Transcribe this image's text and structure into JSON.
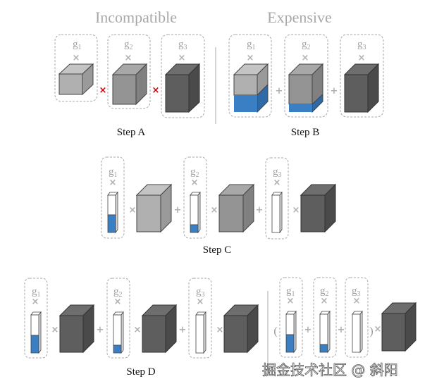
{
  "panels": {
    "top_left": {
      "title": "Incompatible",
      "step": "Step A"
    },
    "top_right": {
      "title": "Expensive",
      "step": "Step B"
    },
    "middle": {
      "step": "Step C"
    },
    "bottom_left": {
      "step": "Step D"
    },
    "bottom_right": {
      "step": ""
    }
  },
  "groups": {
    "g1": "g",
    "g1_sub": "1",
    "g2": "g",
    "g2_sub": "2",
    "g3": "g",
    "g3_sub": "3"
  },
  "operators": {
    "times": "×",
    "plus": "+",
    "open_paren": "(",
    "close_paren": ")"
  },
  "colors": {
    "blue": "#3a7fc4",
    "light_gray": "#b4b4b4",
    "mid_gray": "#8e8e8e",
    "dark_gray": "#5a5a5a",
    "incompatible_mark": "#d00000"
  },
  "watermark": "掘金技术社区 @ 斜阳"
}
